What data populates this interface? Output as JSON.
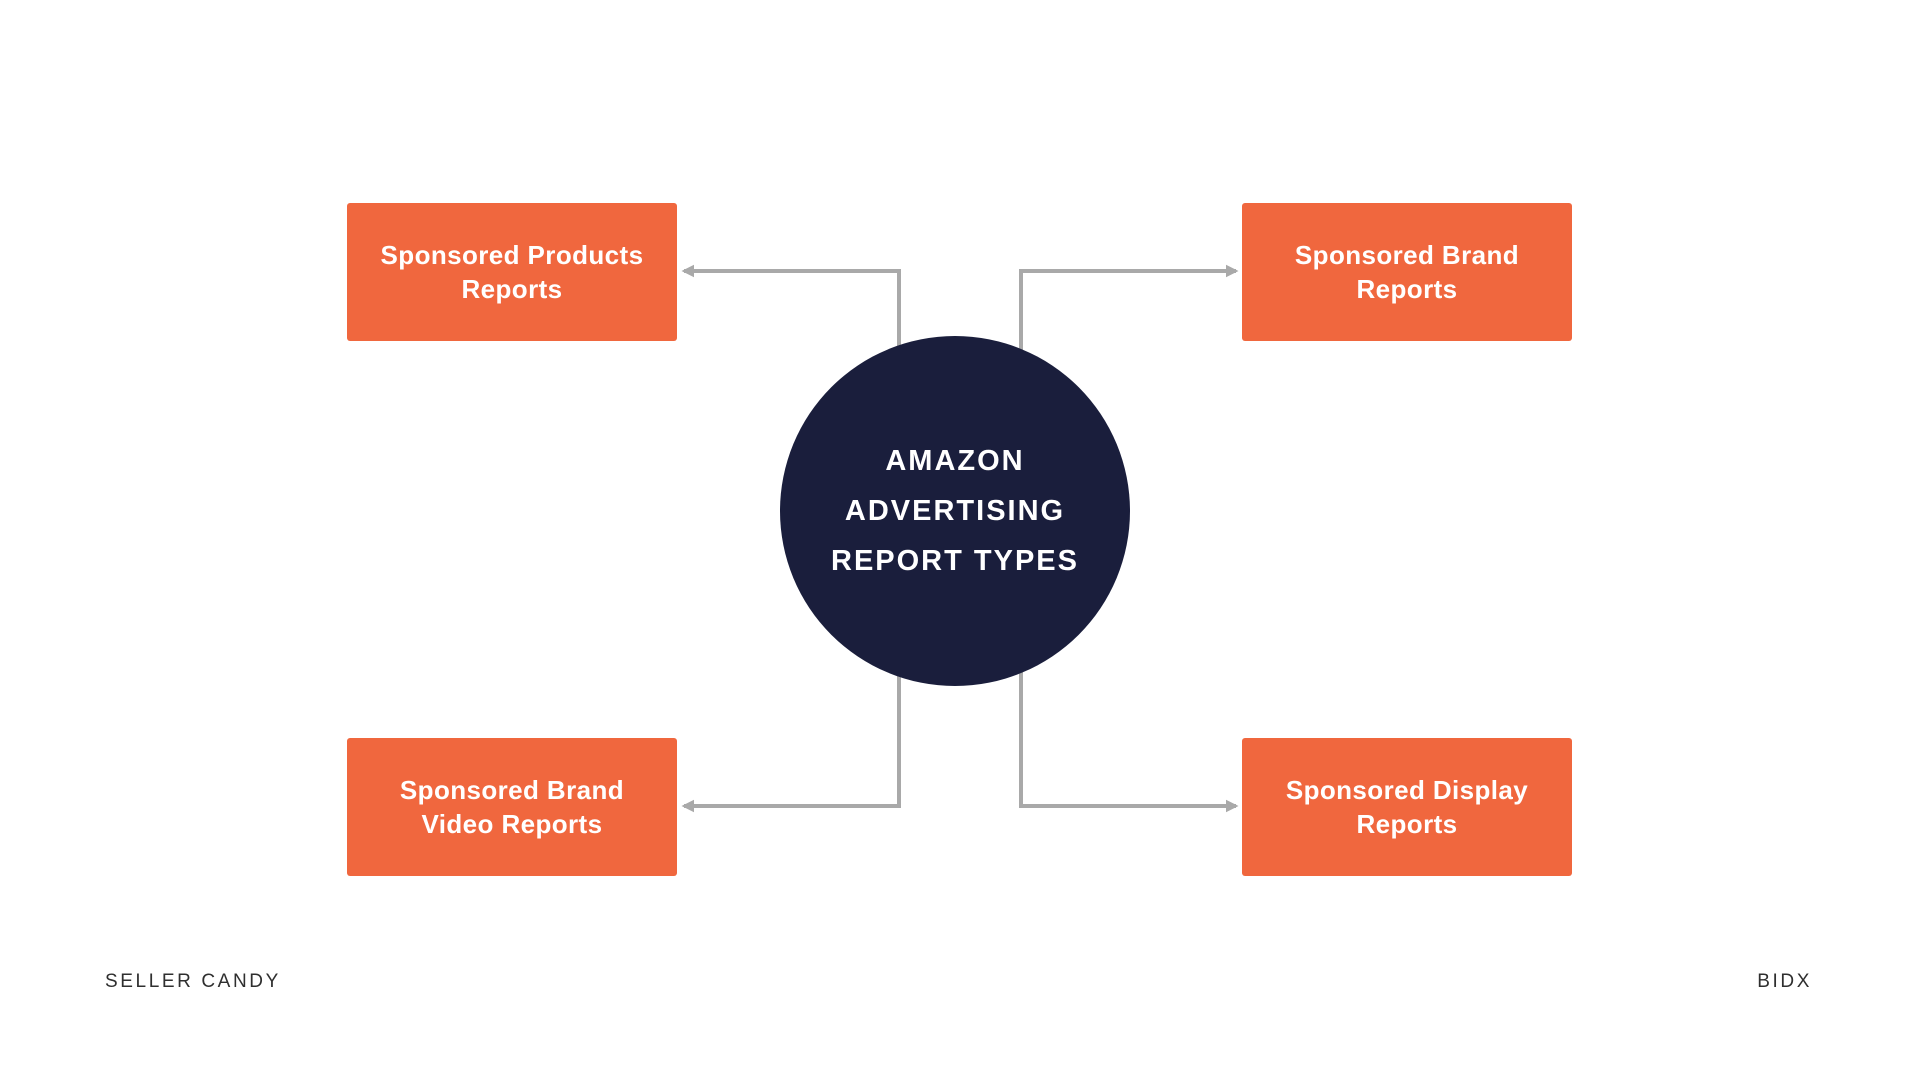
{
  "page": {
    "background_color": "#FFFFFF"
  },
  "diagram": {
    "center": {
      "label": "AMAZON ADVERTISING REPORT TYPES",
      "lines": [
        "AMAZON",
        "ADVERTISING",
        "REPORT TYPES"
      ],
      "background_color": "#1A1E3C",
      "text_color": "#FFFFFF"
    },
    "nodes": [
      {
        "id": "sponsored-products-reports",
        "position": "top-left",
        "label": "Sponsored Products Reports",
        "lines": [
          "Sponsored Products",
          "Reports"
        ]
      },
      {
        "id": "sponsored-brand-reports",
        "position": "top-right",
        "label": "Sponsored Brand Reports",
        "lines": [
          "Sponsored Brand",
          "Reports"
        ]
      },
      {
        "id": "sponsored-brand-video-reports",
        "position": "bottom-left",
        "label": "Sponsored Brand Video Reports",
        "lines": [
          "Sponsored Brand",
          "Video Reports"
        ]
      },
      {
        "id": "sponsored-display-reports",
        "position": "bottom-right",
        "label": "Sponsored Display Reports",
        "lines": [
          "Sponsored Display",
          "Reports"
        ]
      }
    ],
    "colors": {
      "node_background": "#F0673E",
      "node_text": "#FFFFFF",
      "connector": "#A9A9A9"
    }
  },
  "footer": {
    "left_brand": "SELLER CANDY",
    "right_brand": "BIDX",
    "text_color": "#2F2F2F"
  }
}
